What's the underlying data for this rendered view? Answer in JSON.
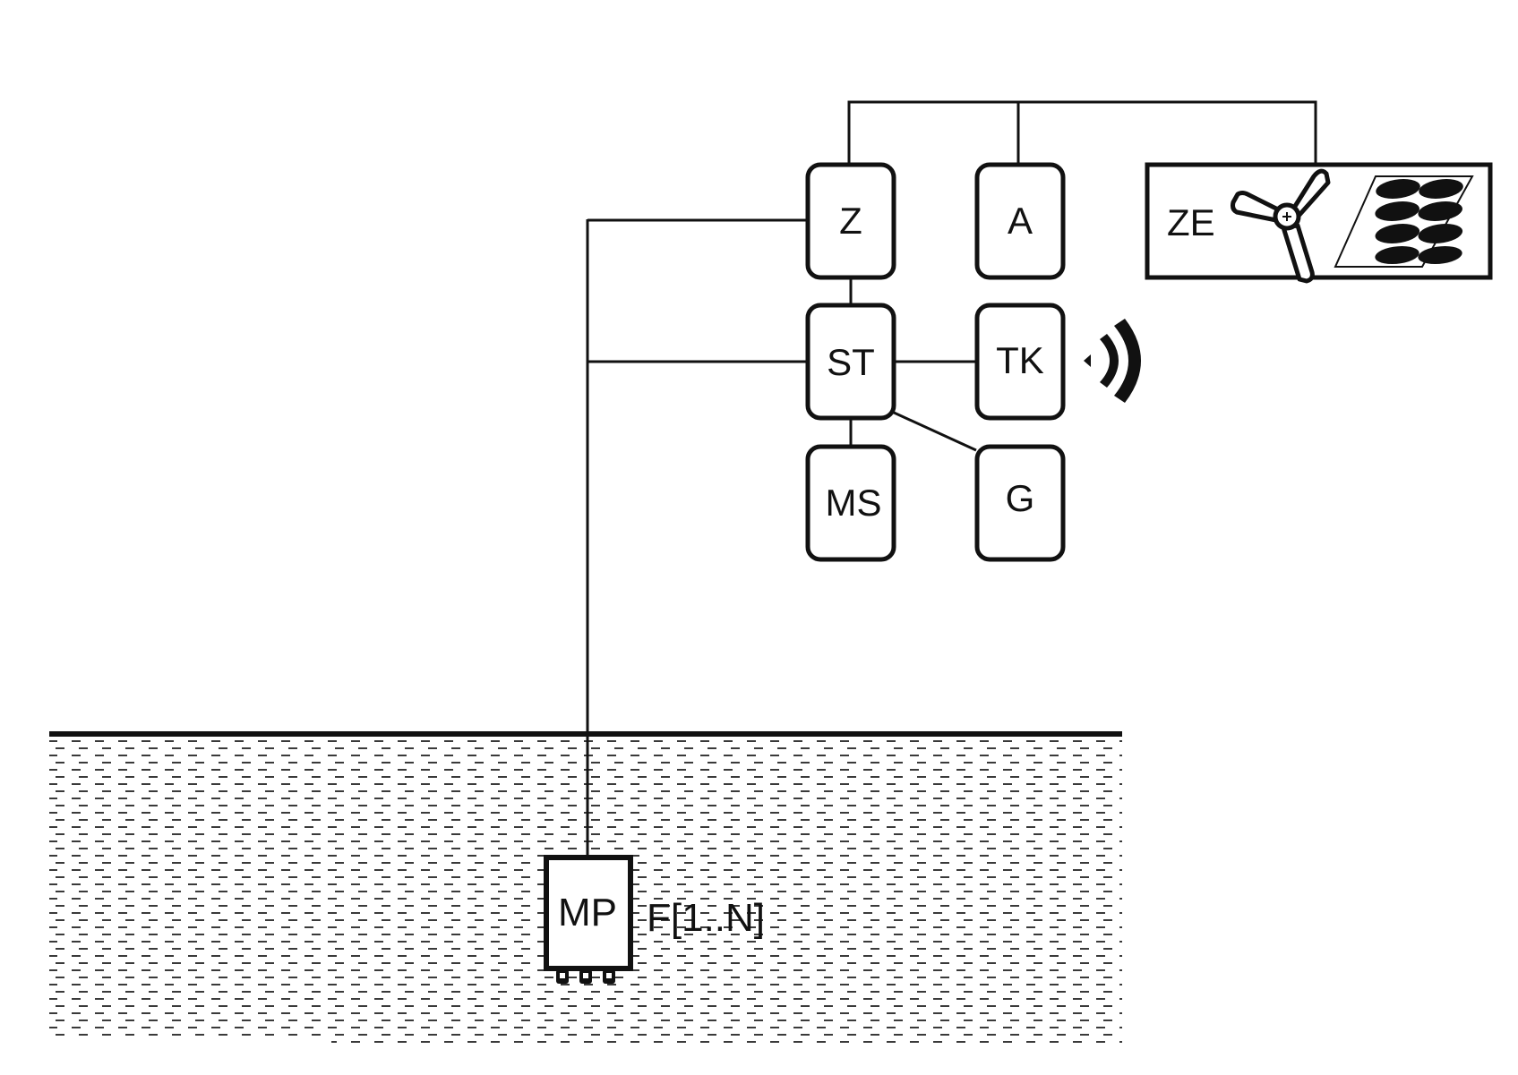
{
  "diagram": {
    "title": "",
    "nodes": {
      "z": {
        "label": "Z"
      },
      "a": {
        "label": "A"
      },
      "ze": {
        "label": "ZE",
        "icons": [
          "wind-turbine-icon",
          "solar-panel-icon"
        ]
      },
      "st": {
        "label": "ST"
      },
      "tk": {
        "label": "TK",
        "icons": [
          "wireless-signal-icon"
        ]
      },
      "ms": {
        "label": "MS"
      },
      "g": {
        "label": "G"
      },
      "mp": {
        "label": "MP",
        "annotation": "F[1..N]"
      }
    },
    "connections": [
      {
        "from": "z",
        "to": "a",
        "via": "top-bus"
      },
      {
        "from": "a",
        "to": "ze",
        "via": "top-bus"
      },
      {
        "from": "z",
        "to": "st"
      },
      {
        "from": "st",
        "to": "tk"
      },
      {
        "from": "st",
        "to": "ms"
      },
      {
        "from": "st",
        "to": "g"
      },
      {
        "from": "z",
        "to": "mp",
        "via": "vertical-cable"
      },
      {
        "from": "st",
        "to": "mp",
        "via": "vertical-cable"
      }
    ],
    "regions": {
      "ground_line": "surface",
      "water_body": "water"
    },
    "colors": {
      "stroke": "#111111",
      "background": "#ffffff",
      "water_dash": "#444444"
    }
  }
}
